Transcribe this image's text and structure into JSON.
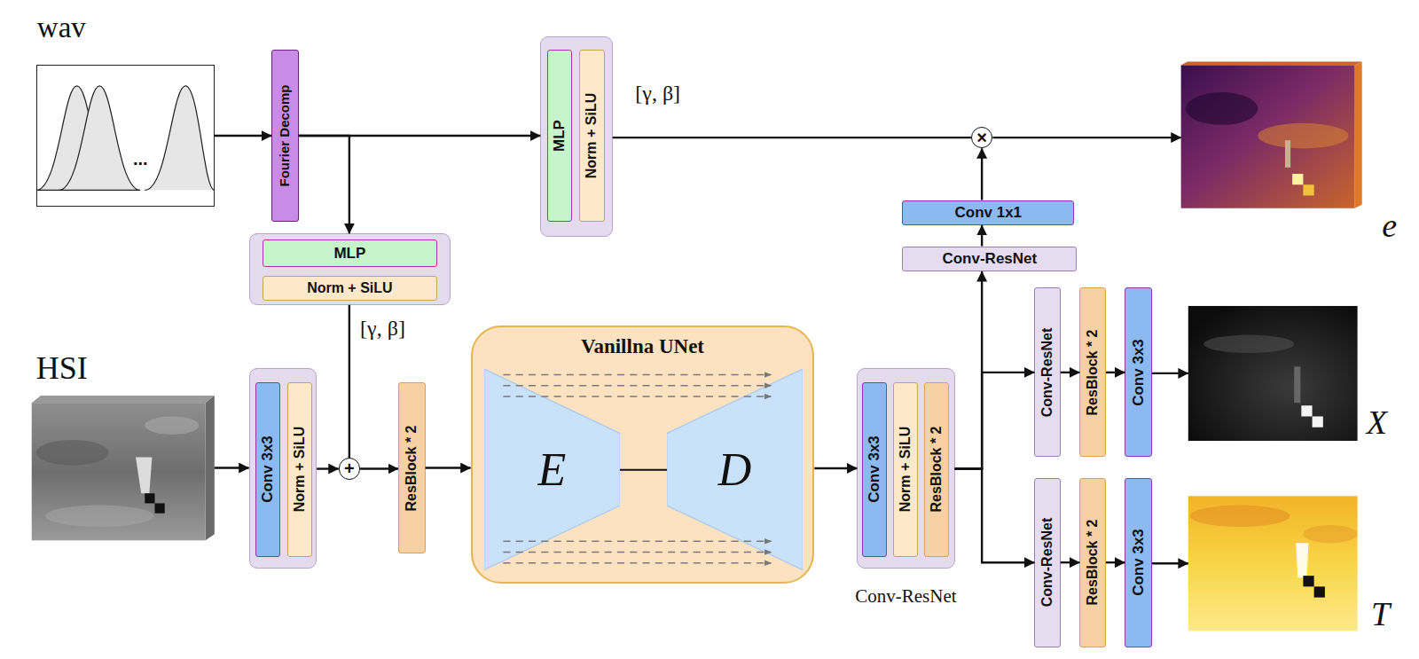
{
  "diagram": {
    "nodes": [
      {
        "text": [
          "wav",
          "..."
        ]
      },
      {
        "text": [
          "Fourier Decomp"
        ]
      },
      {
        "text": []
      },
      {
        "text": [
          "MLP"
        ],
        "in": 2
      },
      {
        "text": [
          "Norm + SiLU"
        ],
        "in": 2
      },
      {
        "text": [
          "×"
        ]
      },
      {
        "text": [
          "e"
        ]
      },
      {
        "text": [
          "Conv 1x1"
        ]
      },
      {
        "text": [
          "Conv-ResNet"
        ]
      },
      {
        "text": []
      },
      {
        "text": [
          "MLP"
        ],
        "in": 9
      },
      {
        "text": [
          "Norm + SiLU"
        ],
        "in": 9
      },
      {
        "text": [
          "HSI"
        ]
      },
      {
        "text": []
      },
      {
        "text": [
          "Conv 3x3"
        ],
        "in": 13
      },
      {
        "text": [
          "Norm + SiLU"
        ],
        "in": 13
      },
      {
        "text": [
          "+"
        ]
      },
      {
        "text": [
          "ResBlock * 2"
        ]
      },
      {
        "text": [
          "Vanillna UNet"
        ]
      },
      {
        "text": [
          "E"
        ],
        "in": 18
      },
      {
        "text": [
          "D"
        ],
        "in": 18
      },
      {
        "text": [
          "Conv-ResNet"
        ]
      },
      {
        "text": [
          "Conv 3x3"
        ],
        "in": 21
      },
      {
        "text": [
          "Norm + SiLU"
        ],
        "in": 21
      },
      {
        "text": [
          "ResBlock * 2"
        ],
        "in": 21
      },
      {
        "text": [
          "Conv-ResNet"
        ]
      },
      {
        "text": [
          "ResBlock * 2"
        ]
      },
      {
        "text": [
          "Conv 3x3"
        ]
      },
      {
        "text": [
          "X"
        ]
      },
      {
        "text": [
          "Conv-ResNet"
        ]
      },
      {
        "text": [
          "ResBlock * 2"
        ]
      },
      {
        "text": [
          "Conv 3x3"
        ]
      },
      {
        "text": [
          "T"
        ]
      }
    ],
    "edges": [
      {
        "from": 0,
        "to": 1,
        "arrow": "to"
      },
      {
        "from": 1,
        "to": 2,
        "arrow": "to"
      },
      {
        "from": 1,
        "to": 9,
        "arrow": "to"
      },
      {
        "from": 2,
        "to": 5,
        "label": "[γ, β]",
        "arrow": "none"
      },
      {
        "from": 5,
        "to": 6,
        "arrow": "to"
      },
      {
        "from": 7,
        "to": 5,
        "arrow": "to"
      },
      {
        "from": 8,
        "to": 7,
        "arrow": "to"
      },
      {
        "from": 21,
        "to": 8,
        "arrow": "to"
      },
      {
        "from": 9,
        "to": 16,
        "label": "[γ, β]",
        "arrow": "none"
      },
      {
        "from": 12,
        "to": 13,
        "arrow": "to"
      },
      {
        "from": 13,
        "to": 16,
        "arrow": "to"
      },
      {
        "from": 16,
        "to": 17,
        "arrow": "to"
      },
      {
        "from": 17,
        "to": 18,
        "arrow": "to"
      },
      {
        "from": 18,
        "to": 21,
        "arrow": "to"
      },
      {
        "from": 21,
        "to": 25,
        "arrow": "to"
      },
      {
        "from": 21,
        "to": 29,
        "arrow": "to"
      },
      {
        "from": 25,
        "to": 26,
        "arrow": "to"
      },
      {
        "from": 26,
        "to": 27,
        "arrow": "to"
      },
      {
        "from": 27,
        "to": 28,
        "arrow": "to"
      },
      {
        "from": 29,
        "to": 30,
        "arrow": "to"
      },
      {
        "from": 30,
        "to": 31,
        "arrow": "to"
      },
      {
        "from": 31,
        "to": 32,
        "arrow": "to"
      }
    ]
  }
}
